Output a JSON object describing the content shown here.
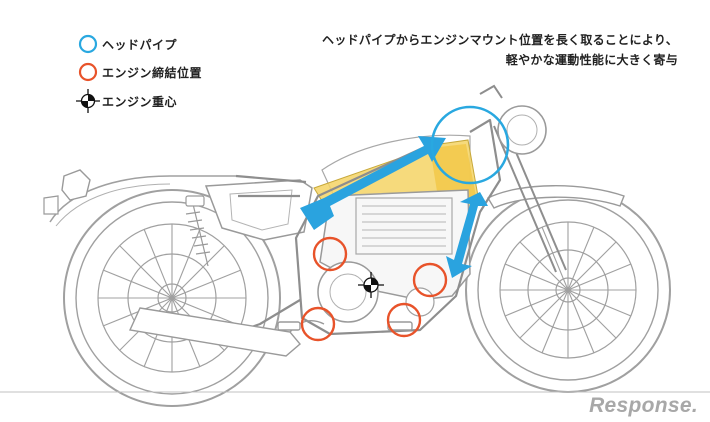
{
  "legend": [
    {
      "label": "ヘッドパイプ",
      "marker": "circle",
      "color": "#29a8e0"
    },
    {
      "label": "エンジン締結位置",
      "marker": "circle",
      "color": "#e8532a"
    },
    {
      "label": "エンジン重心",
      "marker": "crosshair",
      "color": "#111111"
    }
  ],
  "heading": {
    "line1": "ヘッドパイプからエンジンマウント位置を長く取ることにより、",
    "line2": "軽やかな運動性能に大きく寄与"
  },
  "watermark": "Response.",
  "colors": {
    "head_pipe": "#29a8e0",
    "engine_mount": "#e8532a",
    "frame_fill": "#f5d365",
    "arrow": "#2aa3df",
    "bike_line": "#9a9a9a"
  }
}
